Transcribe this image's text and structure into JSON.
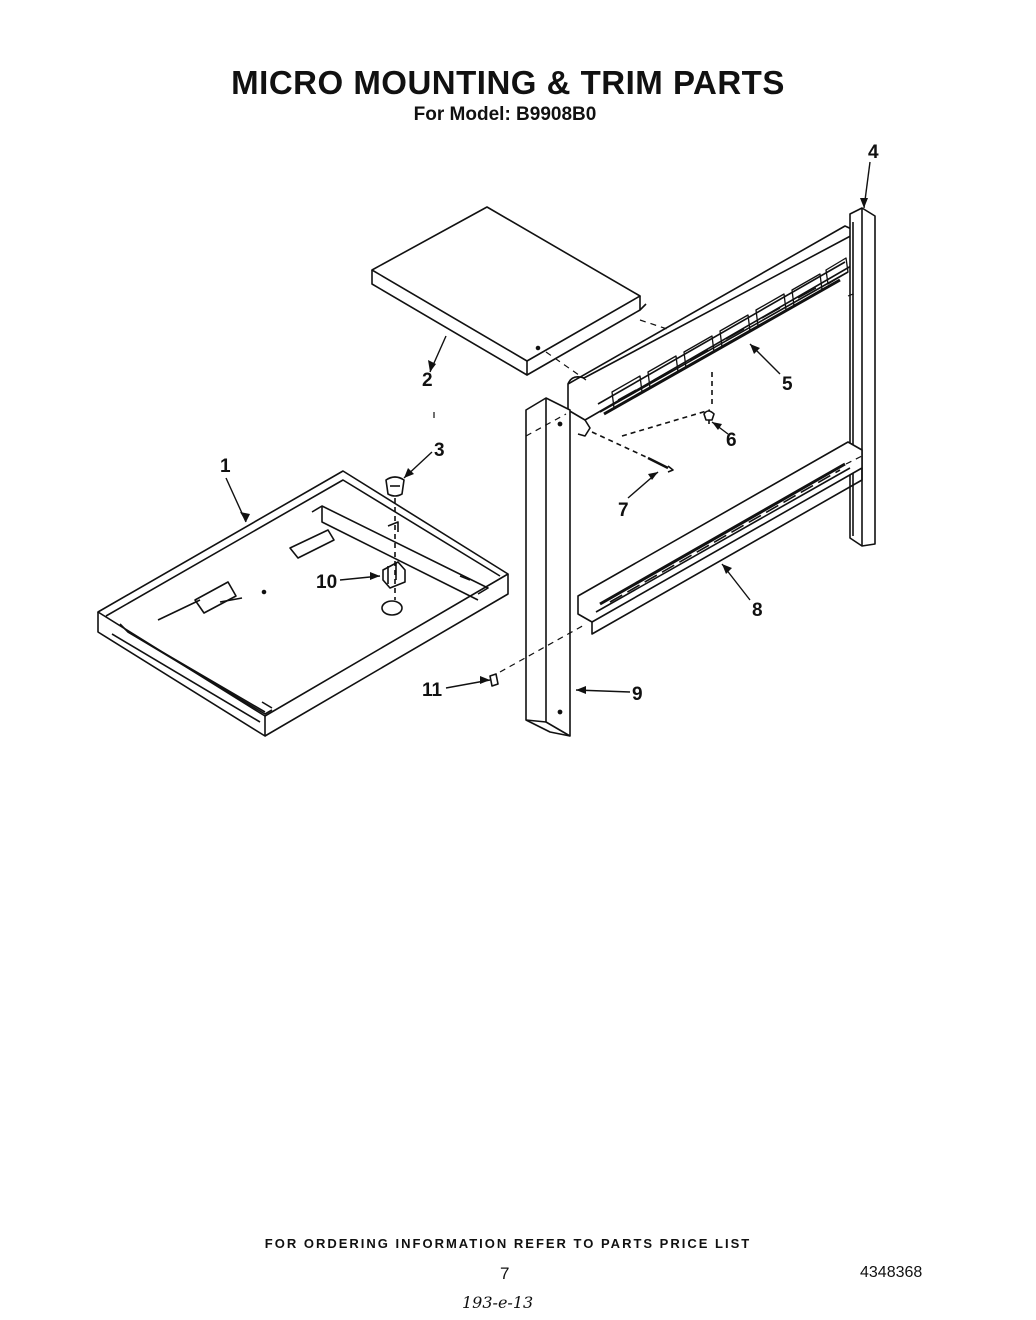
{
  "title": "MICRO MOUNTING & TRIM PARTS",
  "subtitle": "For Model: B9908B0",
  "callouts": {
    "c1": "1",
    "c2": "2",
    "c3": "3",
    "c4": "4",
    "c5": "5",
    "c6": "6",
    "c7": "7",
    "c8": "8",
    "c9": "9",
    "c10": "10",
    "c11": "11"
  },
  "footer": {
    "ordering_note": "FOR ORDERING INFORMATION REFER TO PARTS PRICE LIST",
    "page_number": "7",
    "document_number": "4348368",
    "handwritten_note": "193-e-13"
  }
}
